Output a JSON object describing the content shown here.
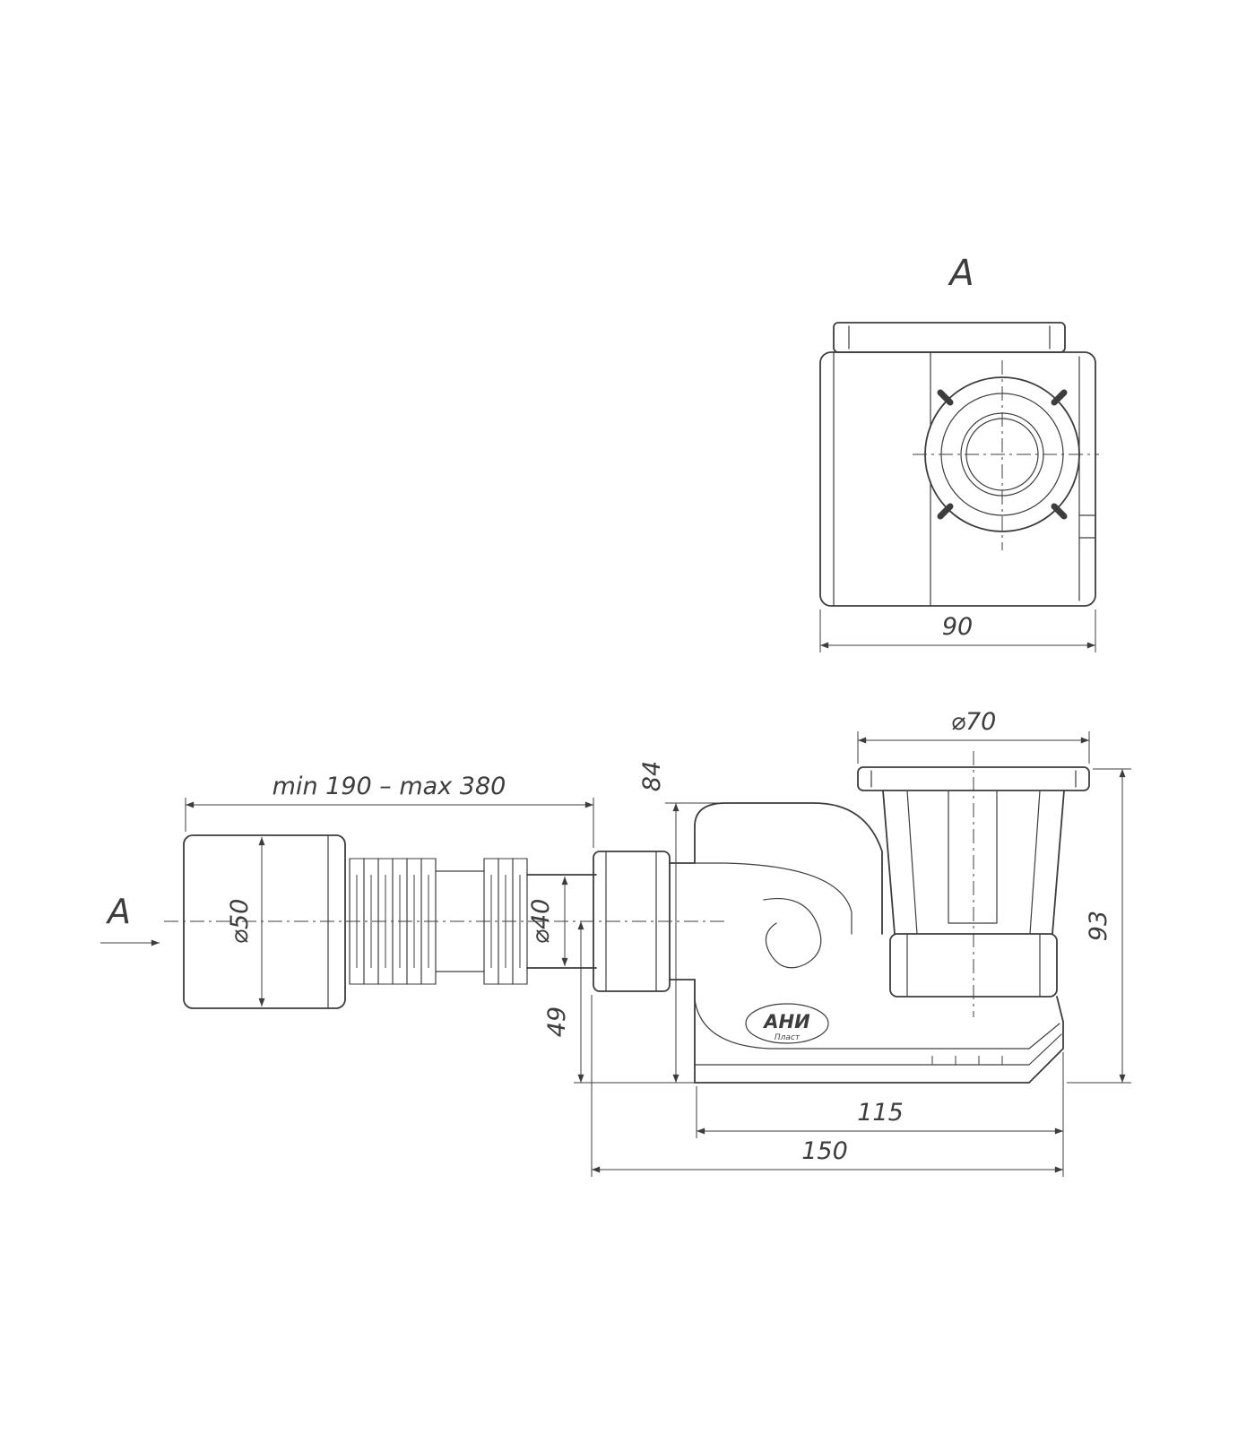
{
  "drawing": {
    "background": "#ffffff",
    "line_color": "#3d3d3d",
    "type": "technical-drawing-shower-trap-siphon"
  },
  "labels": {
    "section_view": "A",
    "view_direction": "A"
  },
  "dimensions": {
    "top_view_width": "90",
    "flex_pipe_length": "min 190 – max 380",
    "inlet_diameter": "⌀50",
    "pipe_diameter": "⌀40",
    "flange_diameter": "⌀70",
    "body_height": "84",
    "outlet_axis_height": "49",
    "overall_height": "93",
    "base_length": "115",
    "overall_length": "150"
  },
  "logo": {
    "brand": "АНИ",
    "sub": "Пласт"
  }
}
